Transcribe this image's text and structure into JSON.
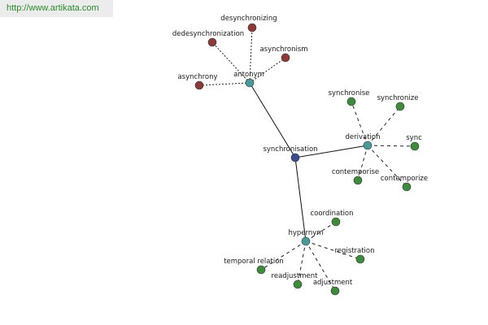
{
  "url": "http://www.artikata.com",
  "colors": {
    "center": "#3a4a8c",
    "hub": "#4a9a9a",
    "antonym_leaf": "#8b3a3a",
    "leaf": "#3f8a3f"
  },
  "graph": {
    "center": {
      "id": "synchronisation",
      "label": "synchronisation"
    },
    "hubs": [
      {
        "id": "antonym",
        "label": "antonym"
      },
      {
        "id": "derivation",
        "label": "derivation"
      },
      {
        "id": "hypernym",
        "label": "hypernym"
      }
    ],
    "leaves": [
      {
        "id": "desynchronizing",
        "label": "desynchronizing",
        "hub": "antonym"
      },
      {
        "id": "dedesynchronization",
        "label": "dedesynchronization",
        "hub": "antonym"
      },
      {
        "id": "asynchronism",
        "label": "asynchronism",
        "hub": "antonym"
      },
      {
        "id": "asynchrony",
        "label": "asynchrony",
        "hub": "antonym"
      },
      {
        "id": "synchronise",
        "label": "synchronise",
        "hub": "derivation"
      },
      {
        "id": "synchronize",
        "label": "synchronize",
        "hub": "derivation"
      },
      {
        "id": "sync",
        "label": "sync",
        "hub": "derivation"
      },
      {
        "id": "contemporise",
        "label": "contemporise",
        "hub": "derivation"
      },
      {
        "id": "contemporize",
        "label": "contemporize",
        "hub": "derivation"
      },
      {
        "id": "coordination",
        "label": "coordination",
        "hub": "hypernym"
      },
      {
        "id": "temporal-relation",
        "label": "temporal relation",
        "hub": "hypernym"
      },
      {
        "id": "registration",
        "label": "registration",
        "hub": "hypernym"
      },
      {
        "id": "readjustment",
        "label": "readjustment",
        "hub": "hypernym"
      },
      {
        "id": "adjustment",
        "label": "adjustment",
        "hub": "hypernym"
      }
    ]
  }
}
